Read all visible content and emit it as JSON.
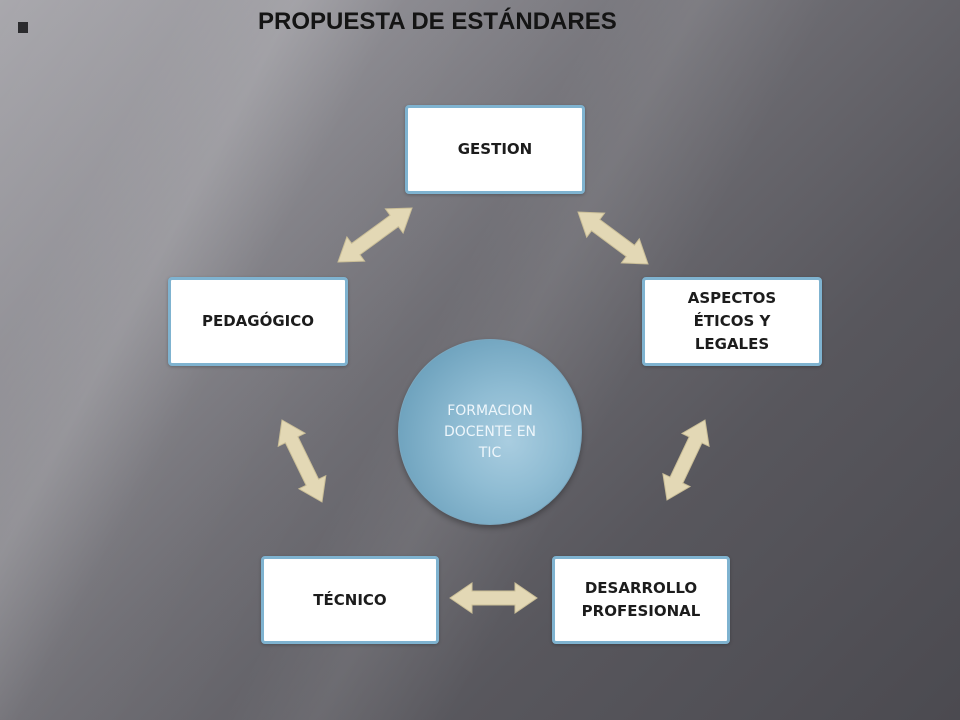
{
  "title": "PROPUESTA DE ESTÁNDARES",
  "center": {
    "label": "FORMACION DOCENTE EN TIC",
    "color": "#8fbcd3"
  },
  "nodes": [
    {
      "id": "gestion",
      "label": "GESTION"
    },
    {
      "id": "eticos",
      "label": "ASPECTOS ÉTICOS Y LEGALES"
    },
    {
      "id": "desarrollo",
      "label": "DESARROLLO PROFESIONAL"
    },
    {
      "id": "tecnico",
      "label": "TÉCNICO"
    },
    {
      "id": "pedagogico",
      "label": "PEDAGÓGICO"
    }
  ],
  "edges": [
    {
      "from": "gestion",
      "to": "eticos"
    },
    {
      "from": "eticos",
      "to": "desarrollo"
    },
    {
      "from": "desarrollo",
      "to": "tecnico"
    },
    {
      "from": "tecnico",
      "to": "pedagogico"
    },
    {
      "from": "pedagogico",
      "to": "gestion"
    }
  ],
  "colors": {
    "box_border": "#7fb3d0",
    "arrow_fill": "#e3d8b5"
  }
}
